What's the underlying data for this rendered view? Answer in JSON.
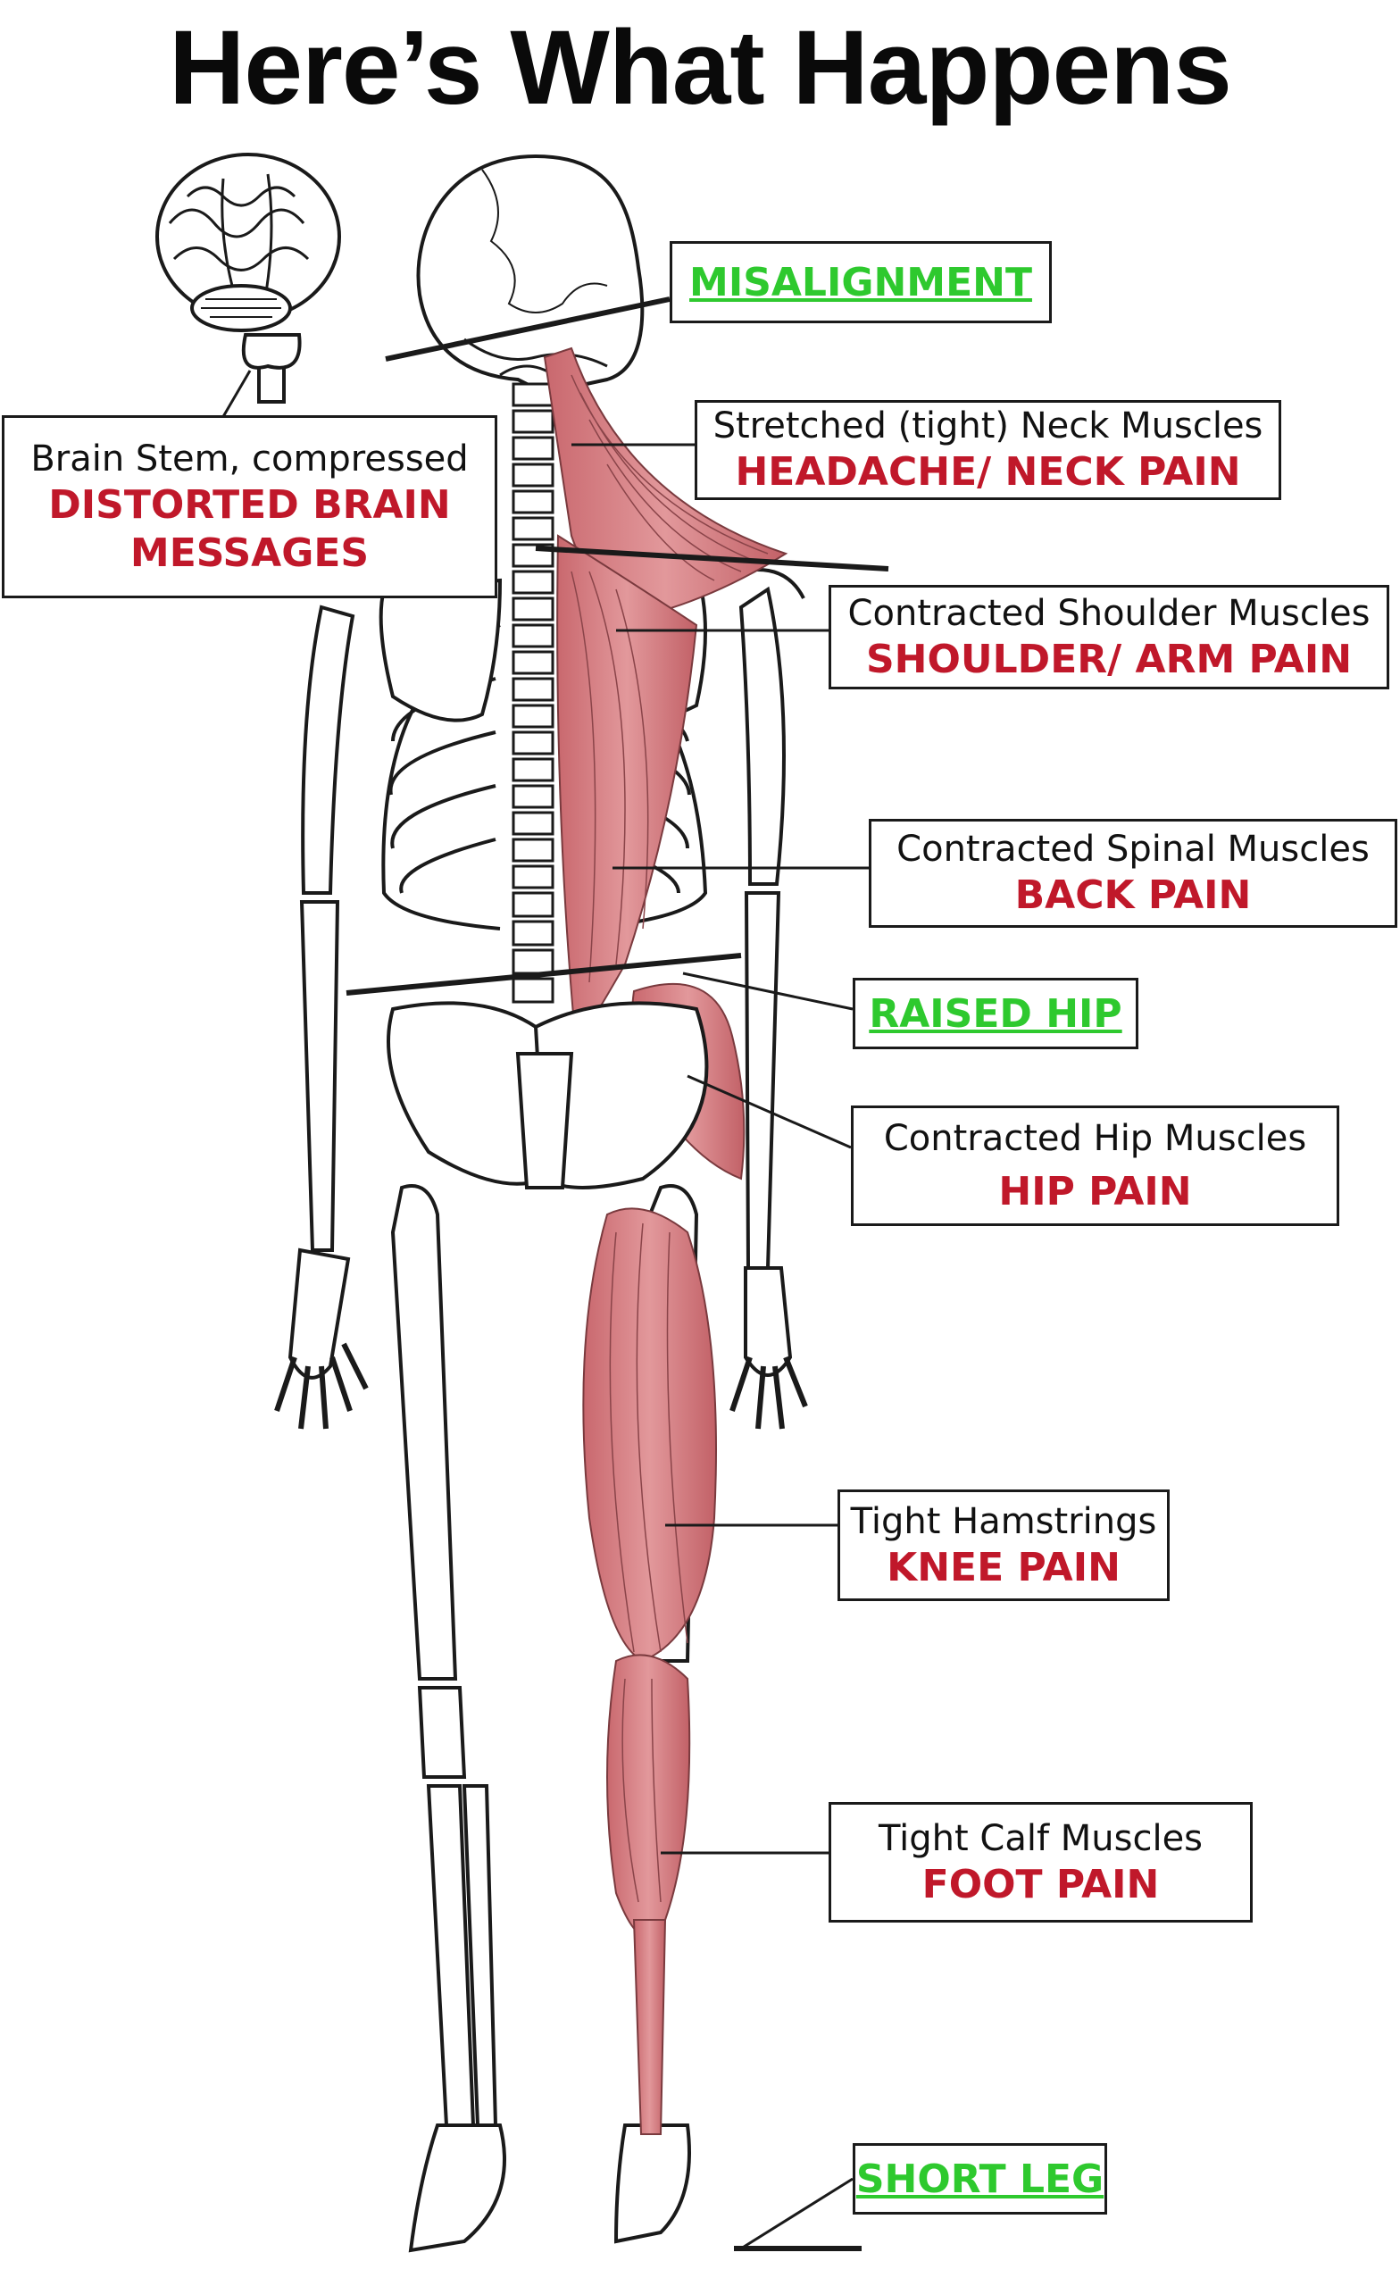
{
  "title": "Here’s What Happens",
  "colors": {
    "problem": "#2ec92e",
    "symptom": "#c0182a",
    "cause": "#111111",
    "muscle": "#d9868a",
    "bone": "#ffffff",
    "outline": "#1a1a1a"
  },
  "labels": {
    "brain_stem": {
      "line1": "Brain Stem, compressed",
      "line2": "DISTORTED BRAIN",
      "line3": "MESSAGES"
    },
    "misalignment": "MISALIGNMENT",
    "neck": {
      "cause": "Stretched (tight) Neck Muscles",
      "symptom": "HEADACHE/ NECK PAIN"
    },
    "shoulder": {
      "cause": "Contracted Shoulder Muscles",
      "symptom": "SHOULDER/ ARM PAIN"
    },
    "spinal": {
      "cause": "Contracted Spinal Muscles",
      "symptom": "BACK PAIN"
    },
    "raised_hip": "RAISED HIP",
    "hip": {
      "cause": "Contracted Hip Muscles",
      "symptom": "HIP PAIN"
    },
    "hamstrings": {
      "cause": "Tight Hamstrings",
      "symptom": "KNEE PAIN"
    },
    "calf": {
      "cause": "Tight Calf Muscles",
      "symptom": "FOOT PAIN"
    },
    "short_leg": "SHORT LEG"
  },
  "icons": [
    "brain-icon",
    "skeleton-illustration"
  ]
}
